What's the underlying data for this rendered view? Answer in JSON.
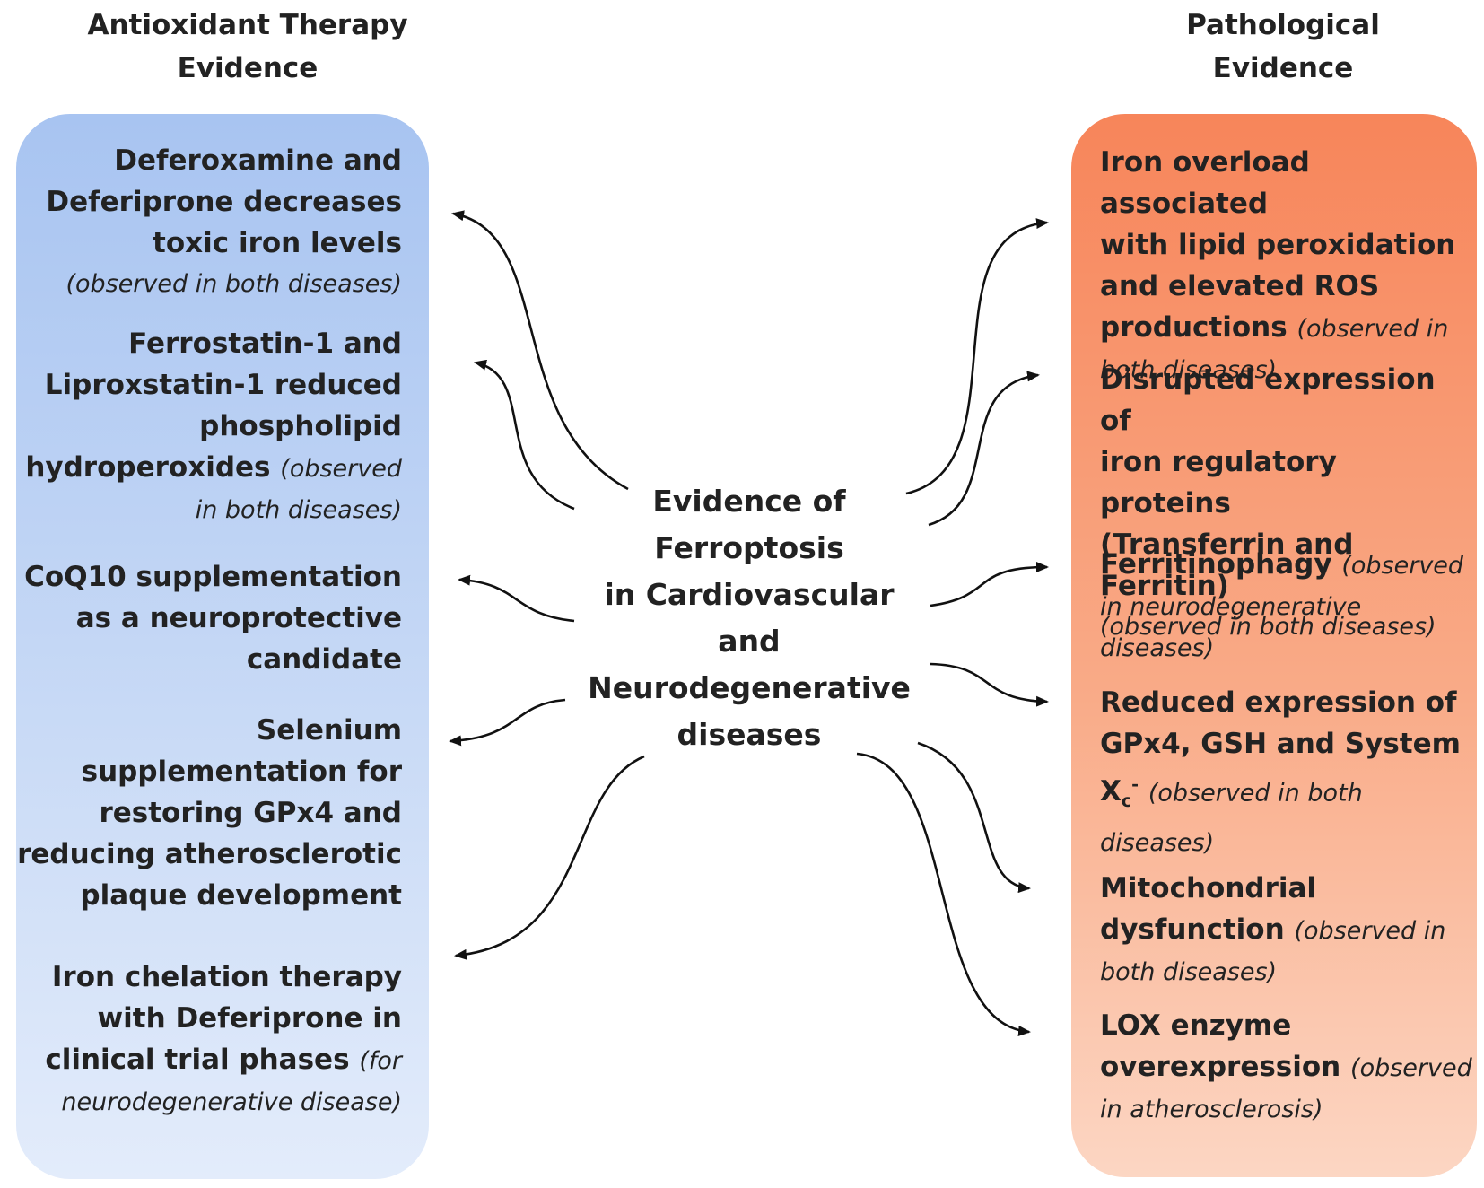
{
  "headings": {
    "left": [
      "Antioxidant Therapy",
      "Evidence"
    ],
    "right": [
      "Pathological",
      "Evidence"
    ]
  },
  "center": [
    "Evidence of",
    "Ferroptosis",
    "in Cardiovascular",
    "and",
    "Neurodegenerative",
    "diseases"
  ],
  "antioxidant_items": [
    {
      "lines": [
        "Deferoxamine and",
        "Deferiprone decreases",
        "toxic iron levels"
      ],
      "note": "(observed in both diseases)"
    },
    {
      "lines": [
        "Ferrostatin-1 and",
        "Liproxstatin-1 reduced",
        "phospholipid",
        "hydroperoxides"
      ],
      "note_inline": "(observed",
      "note": "in both diseases)"
    },
    {
      "lines": [
        "CoQ10 supplementation",
        "as a neuroprotective",
        "candidate"
      ]
    },
    {
      "lines": [
        "Selenium",
        "supplementation for",
        "restoring GPx4 and",
        "reducing atherosclerotic",
        "plaque development"
      ]
    },
    {
      "lines": [
        "Iron chelation therapy",
        "with Deferiprone in",
        "clinical trial phases"
      ],
      "note_inline": "(for",
      "note": "neurodegenerative disease)"
    }
  ],
  "pathological_items": [
    {
      "lines": [
        "Iron overload associated",
        "with lipid peroxidation",
        "and elevated ROS",
        "productions"
      ],
      "note_inline": "(observed in",
      "note": "both diseases)"
    },
    {
      "lines": [
        "Disrupted expression of",
        "iron regulatory proteins",
        "(Transferrin and Ferritin)"
      ],
      "note": "(observed in both diseases)"
    },
    {
      "lines": [
        "Ferritinophagy"
      ],
      "note_inline": "(observed",
      "note_lines": [
        "in neurodegenerative",
        "diseases)"
      ]
    },
    {
      "lines": [
        "Reduced expression of",
        "GPx4, GSH and System"
      ],
      "xc_base": "X",
      "xc_sub": "c",
      "xc_sup": "-",
      "note_inline": "(observed in both",
      "note": "diseases)"
    },
    {
      "lines": [
        "Mitochondrial",
        "dysfunction"
      ],
      "note_inline": "(observed in",
      "note": "both diseases)"
    },
    {
      "lines": [
        "LOX enzyme",
        "overexpression"
      ],
      "note_inline": "(observed",
      "note": "in atherosclerosis)"
    }
  ]
}
